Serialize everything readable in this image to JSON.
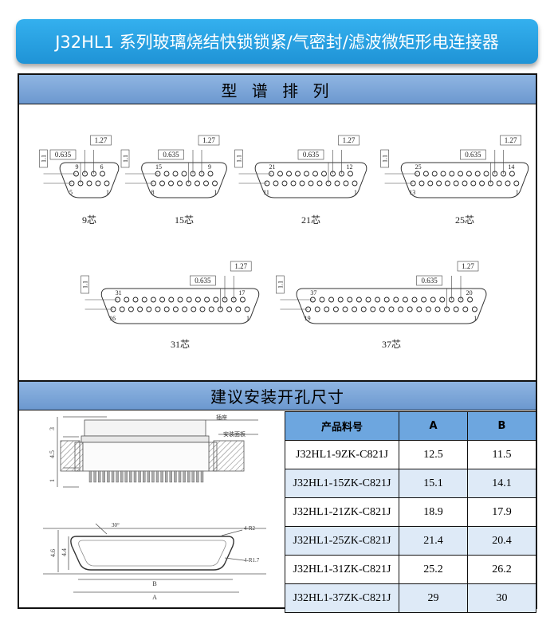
{
  "title": "J32HL1 系列玻璃烧结快锁锁紧/气密封/滤波微矩形电连接器",
  "section1": {
    "heading": "型 谱 排 列",
    "dims": {
      "pitch": "1.27",
      "offset": "0.635",
      "row_gap": "1.1"
    },
    "connectors": [
      {
        "label": "9芯",
        "top_left": "9",
        "top_right": "6",
        "bot_left": "5",
        "bot_right": "1"
      },
      {
        "label": "15芯",
        "top_left": "15",
        "top_right": "9",
        "bot_left": "8",
        "bot_right": "1"
      },
      {
        "label": "21芯",
        "top_left": "21",
        "top_right": "12",
        "bot_left": "11",
        "bot_right": "1"
      },
      {
        "label": "25芯",
        "top_left": "25",
        "top_right": "14",
        "bot_left": "13",
        "bot_right": "1"
      },
      {
        "label": "31芯",
        "top_left": "31",
        "top_right": "17",
        "bot_left": "16",
        "bot_right": "1"
      },
      {
        "label": "37芯",
        "top_left": "37",
        "top_right": "20",
        "bot_left": "19",
        "bot_right": "1"
      }
    ]
  },
  "section2": {
    "heading": "建议安装开孔尺寸",
    "drawing": {
      "socket_label": "插座",
      "panel_label": "安装面板",
      "dim_3": "3",
      "dim_4_5": "4.5",
      "dim_1": "1",
      "dim_4_6": "4.6",
      "dim_4_4": "4.4",
      "angle": "30°",
      "radius1": "4-R2",
      "radius2": "4-R1.7",
      "dim_B": "B",
      "dim_A": "A"
    },
    "table": {
      "headers": [
        "产品料号",
        "A",
        "B"
      ],
      "rows": [
        [
          "J32HL1-9ZK-C821J",
          "12.5",
          "11.5"
        ],
        [
          "J32HL1-15ZK-C821J",
          "15.1",
          "14.1"
        ],
        [
          "J32HL1-21ZK-C821J",
          "18.9",
          "17.9"
        ],
        [
          "J32HL1-25ZK-C821J",
          "21.4",
          "20.4"
        ],
        [
          "J32HL1-31ZK-C821J",
          "25.2",
          "26.2"
        ],
        [
          "J32HL1-37ZK-C821J",
          "29",
          "30"
        ]
      ]
    }
  }
}
